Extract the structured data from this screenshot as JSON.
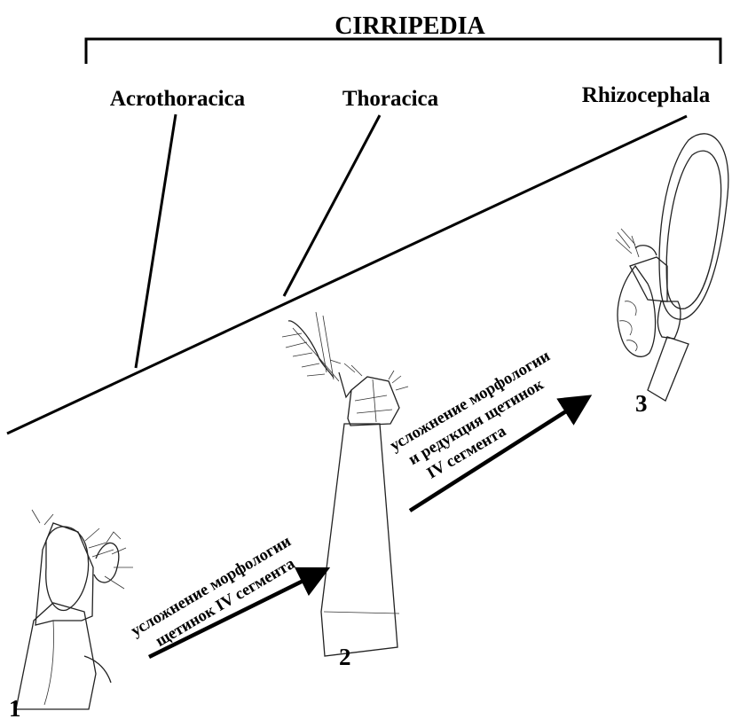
{
  "title": "CIRRIPEDIA",
  "taxa": {
    "acrothoracica": "Acrothoracica",
    "thoracica": "Thoracica",
    "rhizocephala": "Rhizocephala"
  },
  "numbers": {
    "n1": "1",
    "n2": "2",
    "n3": "3"
  },
  "caption1": {
    "line1": "усложнение морфологии",
    "line2": "щетинок IV сегмента"
  },
  "caption2": {
    "line1": "усложнение морфологии",
    "line2": "и редукция щетинок",
    "line3": "IV сегмента"
  },
  "icons": [
    "larva-1-illustration",
    "larva-2-illustration",
    "larva-3-illustration"
  ]
}
